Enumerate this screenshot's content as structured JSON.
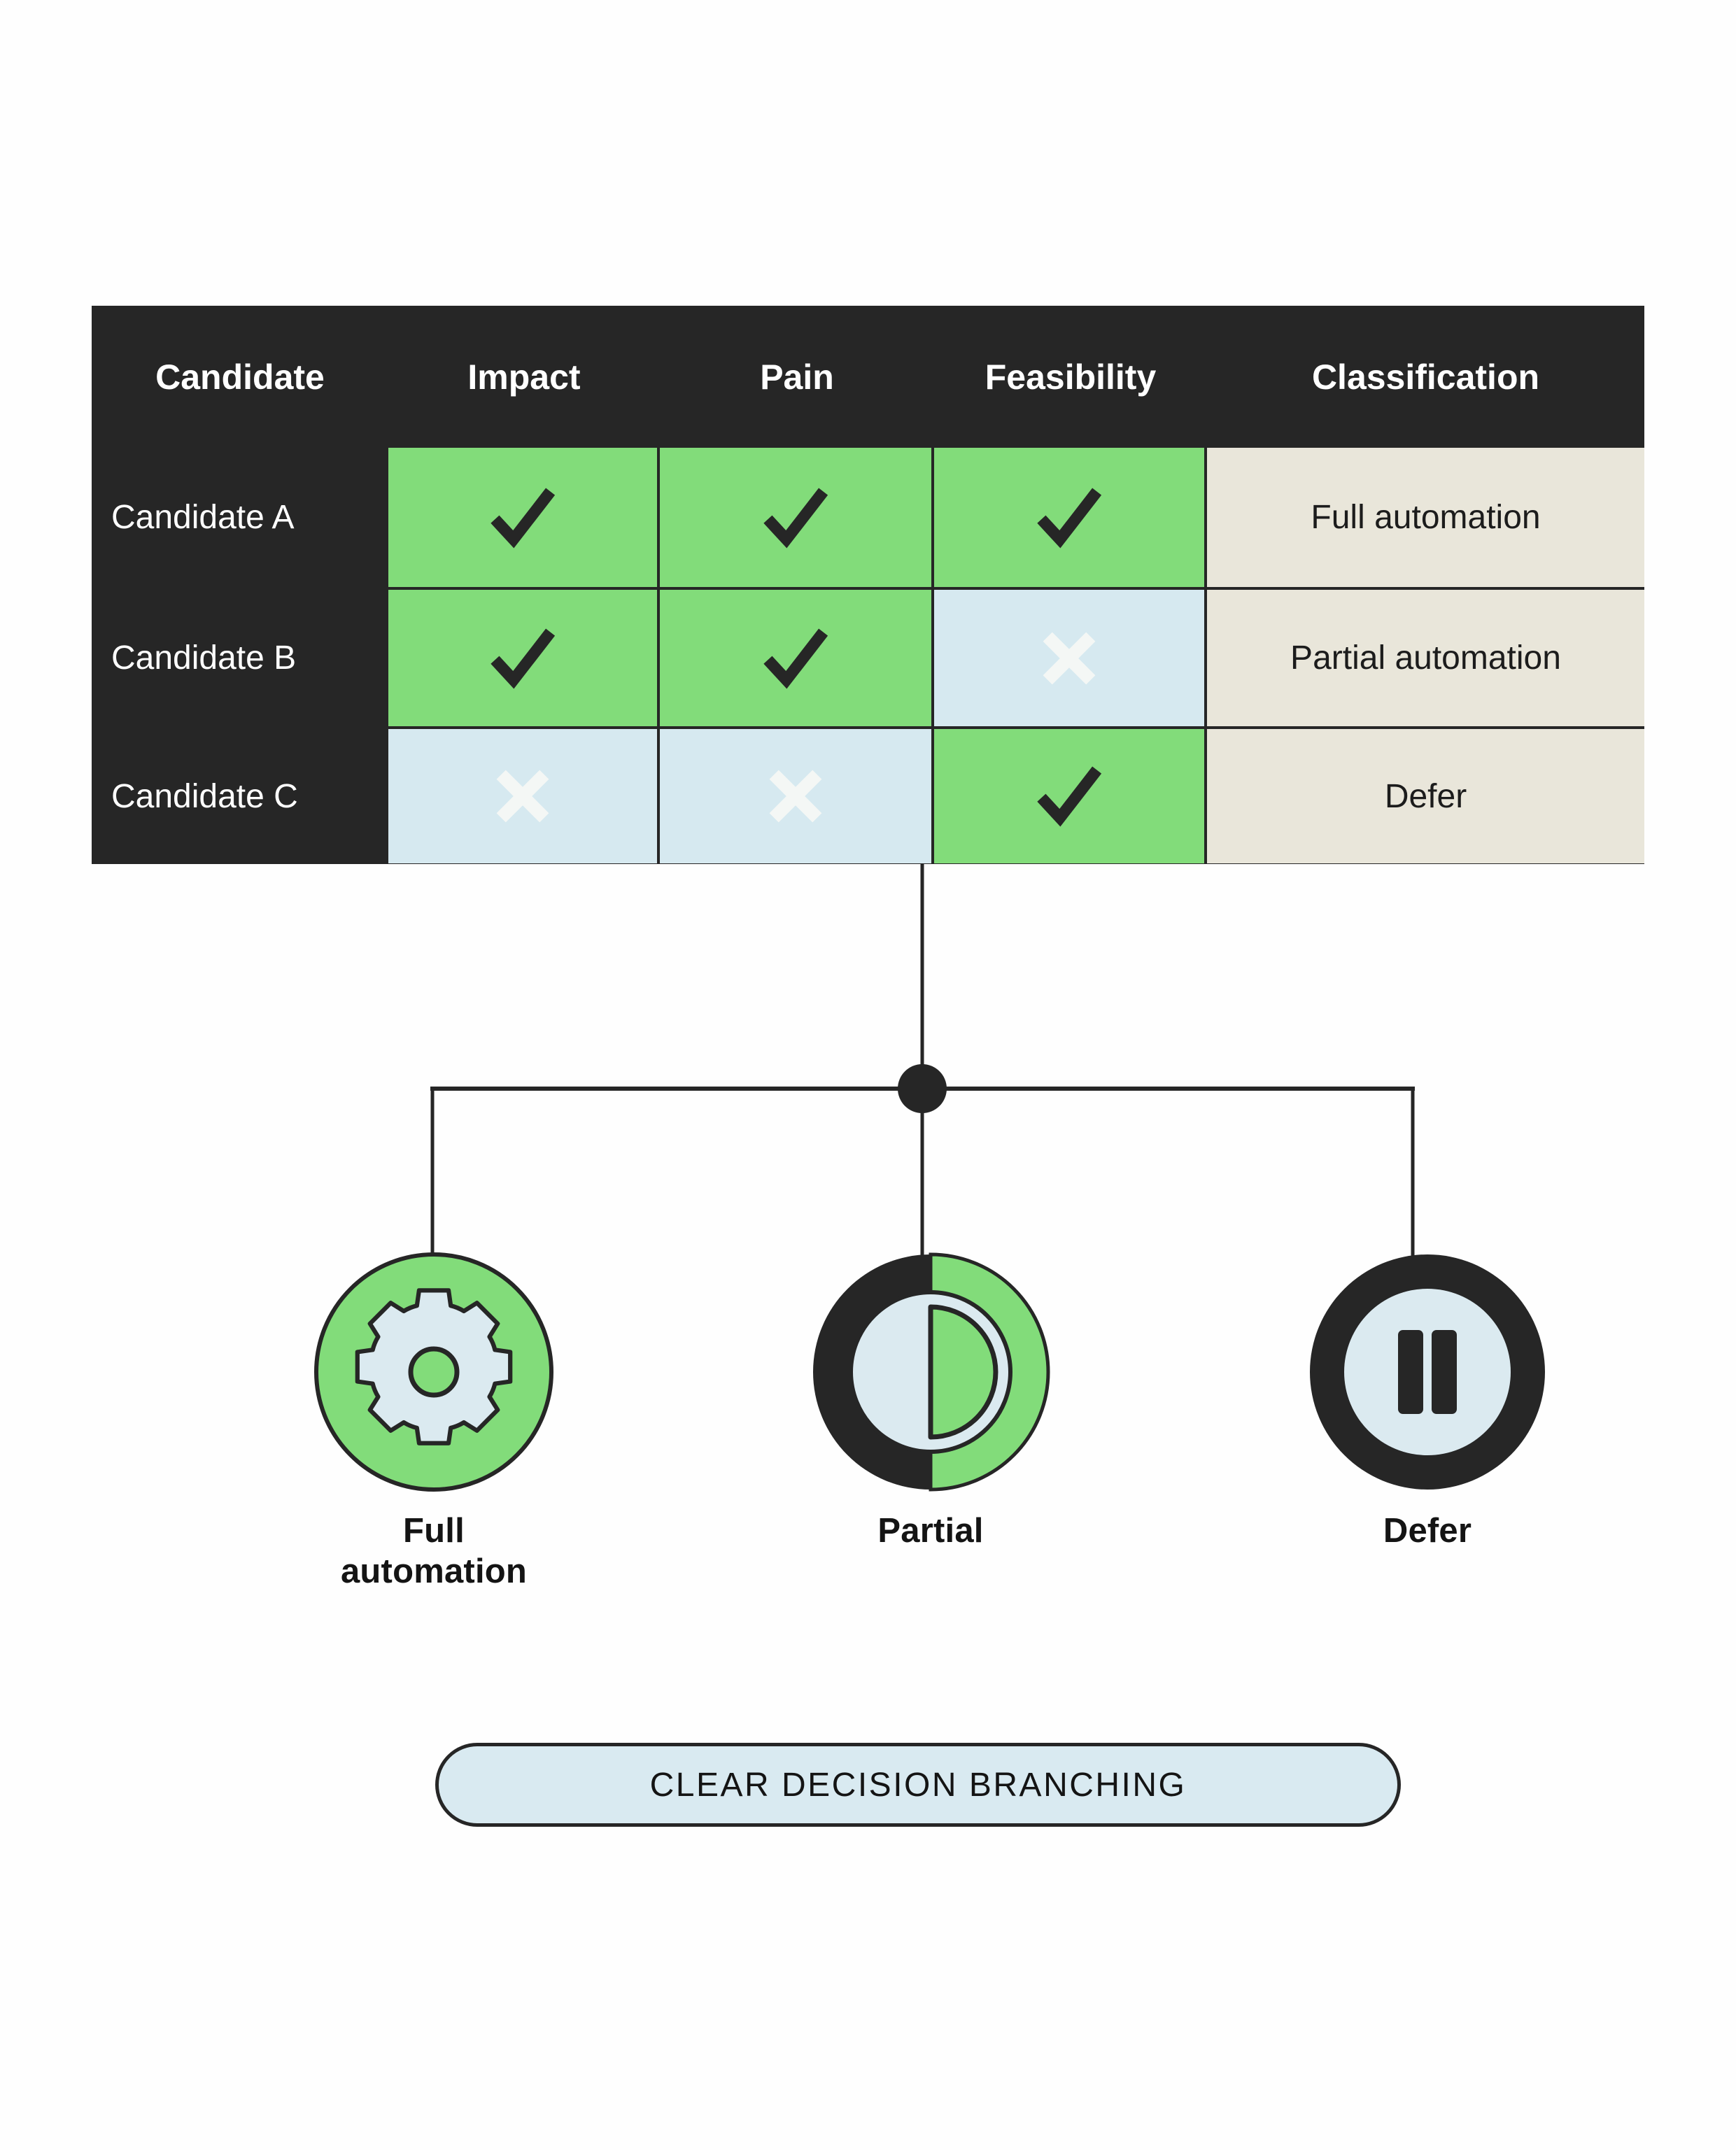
{
  "table": {
    "columns": [
      "Candidate",
      "Impact",
      "Pain",
      "Feasibility",
      "Classification"
    ],
    "rows": [
      {
        "candidate": "Candidate A",
        "impact": "check",
        "pain": "check",
        "feasibility": "check",
        "classification": "Full automation"
      },
      {
        "candidate": "Candidate B",
        "impact": "check",
        "pain": "check",
        "feasibility": "cross",
        "classification": "Partial automation"
      },
      {
        "candidate": "Candidate C",
        "impact": "cross",
        "pain": "cross",
        "feasibility": "check",
        "classification": "Defer"
      }
    ]
  },
  "nodes": [
    {
      "id": "full",
      "icon": "gear-icon",
      "label_line1": "Full",
      "label_line2": "automation"
    },
    {
      "id": "partial",
      "icon": "half-circle-icon",
      "label_line1": "Partial",
      "label_line2": ""
    },
    {
      "id": "defer",
      "icon": "pause-icon",
      "label_line1": "Defer",
      "label_line2": ""
    }
  ],
  "footer": {
    "caption": "CLEAR DECISION BRANCHING"
  },
  "colors": {
    "dark": "#262626",
    "green": "#82DC7A",
    "light_blue": "#D6E9F0",
    "cream": "#E9E6DA",
    "pill_fill": "#D9EAF1",
    "white": "#FFFFFF",
    "background": "#FEFEFE"
  },
  "icon_names": {
    "check": "check-icon",
    "cross": "cross-icon",
    "junction": "junction-dot"
  }
}
